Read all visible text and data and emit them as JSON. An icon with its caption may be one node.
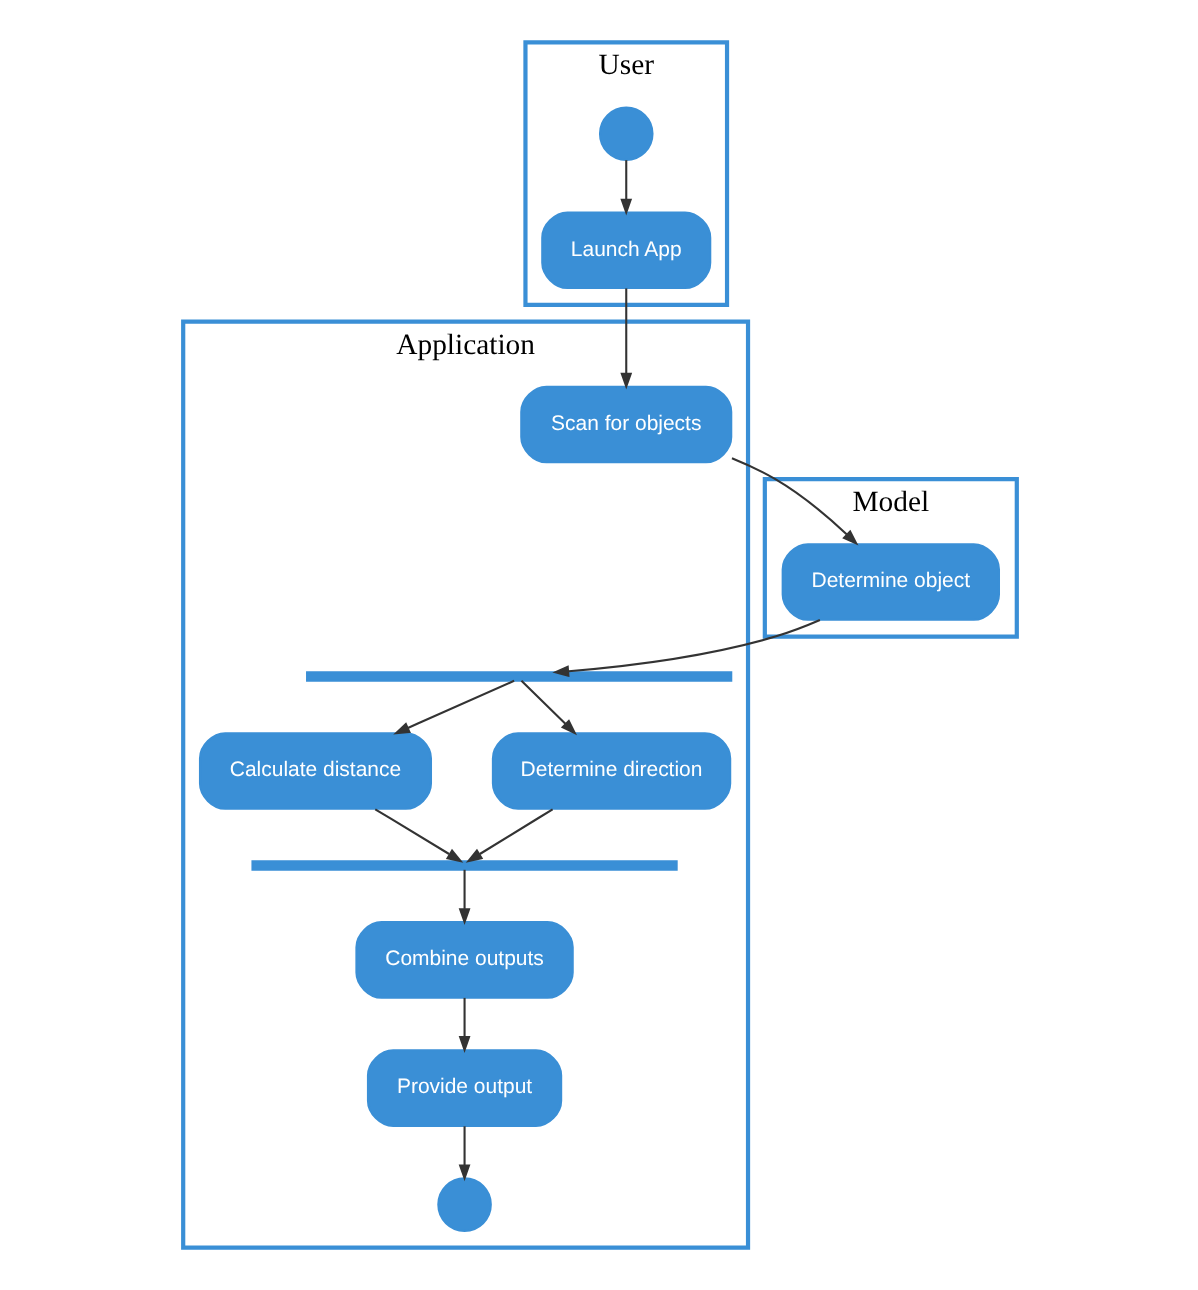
{
  "diagram": {
    "nodes": [
      {
        "text": [
          "User"
        ]
      },
      {
        "text": [
          "Application"
        ]
      },
      {
        "text": [
          "Model"
        ]
      },
      {
        "text": [],
        "shape": "circle",
        "in": 0
      },
      {
        "text": [
          "Launch App"
        ],
        "in": 0
      },
      {
        "text": [
          "Scan for objects"
        ],
        "in": 1
      },
      {
        "text": [
          "Determine object"
        ],
        "in": 2
      },
      {
        "text": [],
        "shape": "bar",
        "in": 1
      },
      {
        "text": [
          "Calculate distance"
        ],
        "in": 1
      },
      {
        "text": [
          "Determine direction"
        ],
        "in": 1
      },
      {
        "text": [],
        "shape": "bar",
        "in": 1
      },
      {
        "text": [
          "Combine outputs"
        ],
        "in": 1
      },
      {
        "text": [
          "Provide output"
        ],
        "in": 1
      },
      {
        "text": [],
        "shape": "circle",
        "in": 1
      }
    ],
    "edges": [
      {
        "from": 3,
        "to": 4,
        "arrow": "to"
      },
      {
        "from": 4,
        "to": 5,
        "arrow": "to"
      },
      {
        "from": 5,
        "to": 6,
        "arrow": "to"
      },
      {
        "from": 6,
        "to": 7,
        "arrow": "to"
      },
      {
        "from": 7,
        "to": 8,
        "arrow": "to"
      },
      {
        "from": 7,
        "to": 9,
        "arrow": "to"
      },
      {
        "from": 8,
        "to": 10,
        "arrow": "to"
      },
      {
        "from": 9,
        "to": 10,
        "arrow": "to"
      },
      {
        "from": 10,
        "to": 11,
        "arrow": "to"
      },
      {
        "from": 11,
        "to": 12,
        "arrow": "to"
      },
      {
        "from": 12,
        "to": 13,
        "arrow": "to"
      }
    ]
  }
}
